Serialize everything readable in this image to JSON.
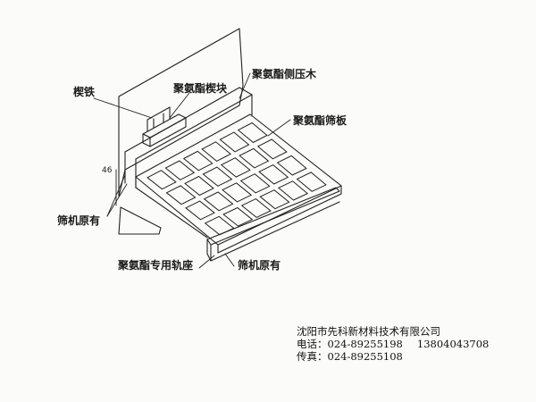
{
  "labels": {
    "wedge_iron": "楔铁",
    "pu_wedge_block": "聚氨酯楔块",
    "pu_side_press_wood": "聚氨酯侧压木",
    "pu_screen_panel": "聚氨酯筛板",
    "screen_original_left": "筛机原有",
    "pu_special_rail_seat": "聚氨酯专用轨座",
    "screen_original_bottom": "筛机原有",
    "dimension_46": "46"
  },
  "company": {
    "name": "沈阳市先科新材料技术有限公司",
    "phone_label": "电话：",
    "phone": "024-89255198",
    "mobile": "13804043708",
    "fax_label": "传真：",
    "fax": "024-89255108"
  }
}
